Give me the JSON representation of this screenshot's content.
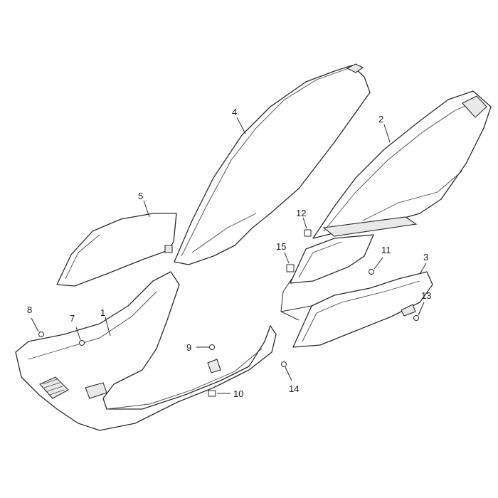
{
  "callouts": {
    "n1": "1",
    "n2": "2",
    "n3": "3",
    "n4": "4",
    "n5": "5",
    "n7": "7",
    "n8": "8",
    "n9": "9",
    "n10": "10",
    "n11": "11",
    "n12": "12",
    "n13": "13",
    "n14": "14",
    "n15": "15"
  }
}
